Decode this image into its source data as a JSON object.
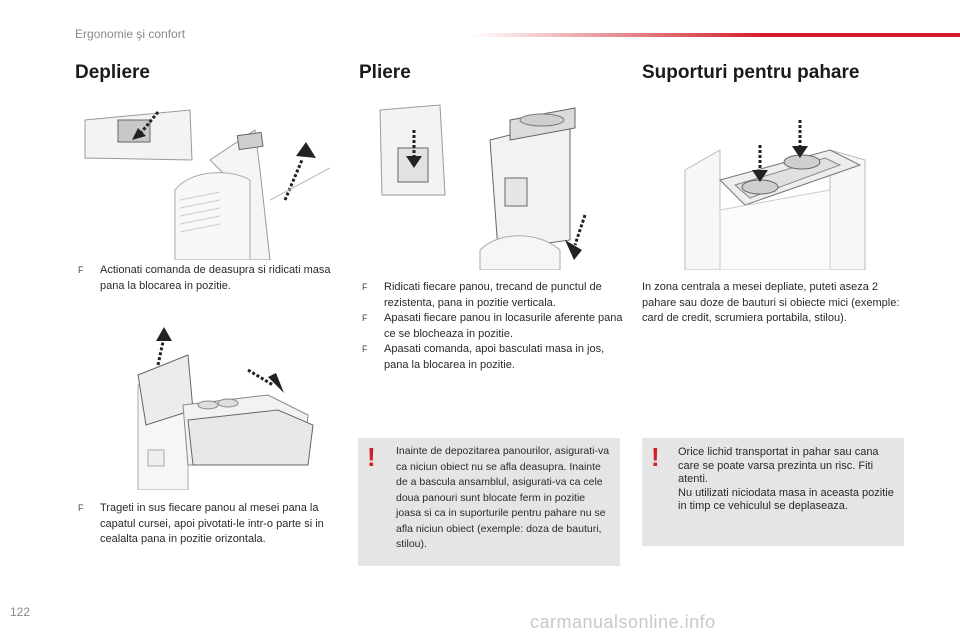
{
  "header": {
    "title": "Ergonomie şi confort"
  },
  "columns": {
    "depliere": {
      "heading": "Depliere",
      "step1": "Actionati comanda de deasupra si ridicati masa pana la blocarea in pozitie.",
      "step2": "Trageti in sus fiecare panou al mesei pana la capatul cursei, apoi pivotati-le intr-o parte si in cealalta pana in pozitie orizontala."
    },
    "pliere": {
      "heading": "Pliere",
      "steps": [
        "Ridicati fiecare panou, trecand de punctul de rezistenta, pana in pozitie verticala.",
        "Apasati fiecare panou in locasurile aferente pana ce se blocheaza in pozitie.",
        "Apasati comanda, apoi basculati masa in jos, pana la blocarea in pozitie."
      ],
      "warning": "Inainte de depozitarea panourilor, asigurati-va ca niciun obiect nu se afla deasupra. Inainte de a bascula ansamblul, asigurati-va ca cele doua panouri sunt blocate ferm in pozitie joasa si ca in suporturile pentru pahare nu se afla niciun obiect (exemple: doza de bauturi, stilou)."
    },
    "suporturi": {
      "heading": "Suporturi pentru pahare",
      "text": "In zona centrala a mesei depliate, puteti aseza 2 pahare sau doze de bauturi si obiecte mici (exemple: card de credit, scrumiera portabila, stilou).",
      "warning_line1": "Orice lichid transportat in pahar sau cana care se poate varsa prezinta un risc. Fiti atenti.",
      "warning_line2": "Nu utilizati niciodata masa in aceasta pozitie in timp ce vehiculul se deplaseaza."
    }
  },
  "bullet_marker": "F",
  "warning_marker": "!",
  "page_number": "122",
  "watermark": "carmanualsonline.info",
  "colors": {
    "accent": "#d21e28",
    "warning_bg": "#e5e5e5"
  }
}
